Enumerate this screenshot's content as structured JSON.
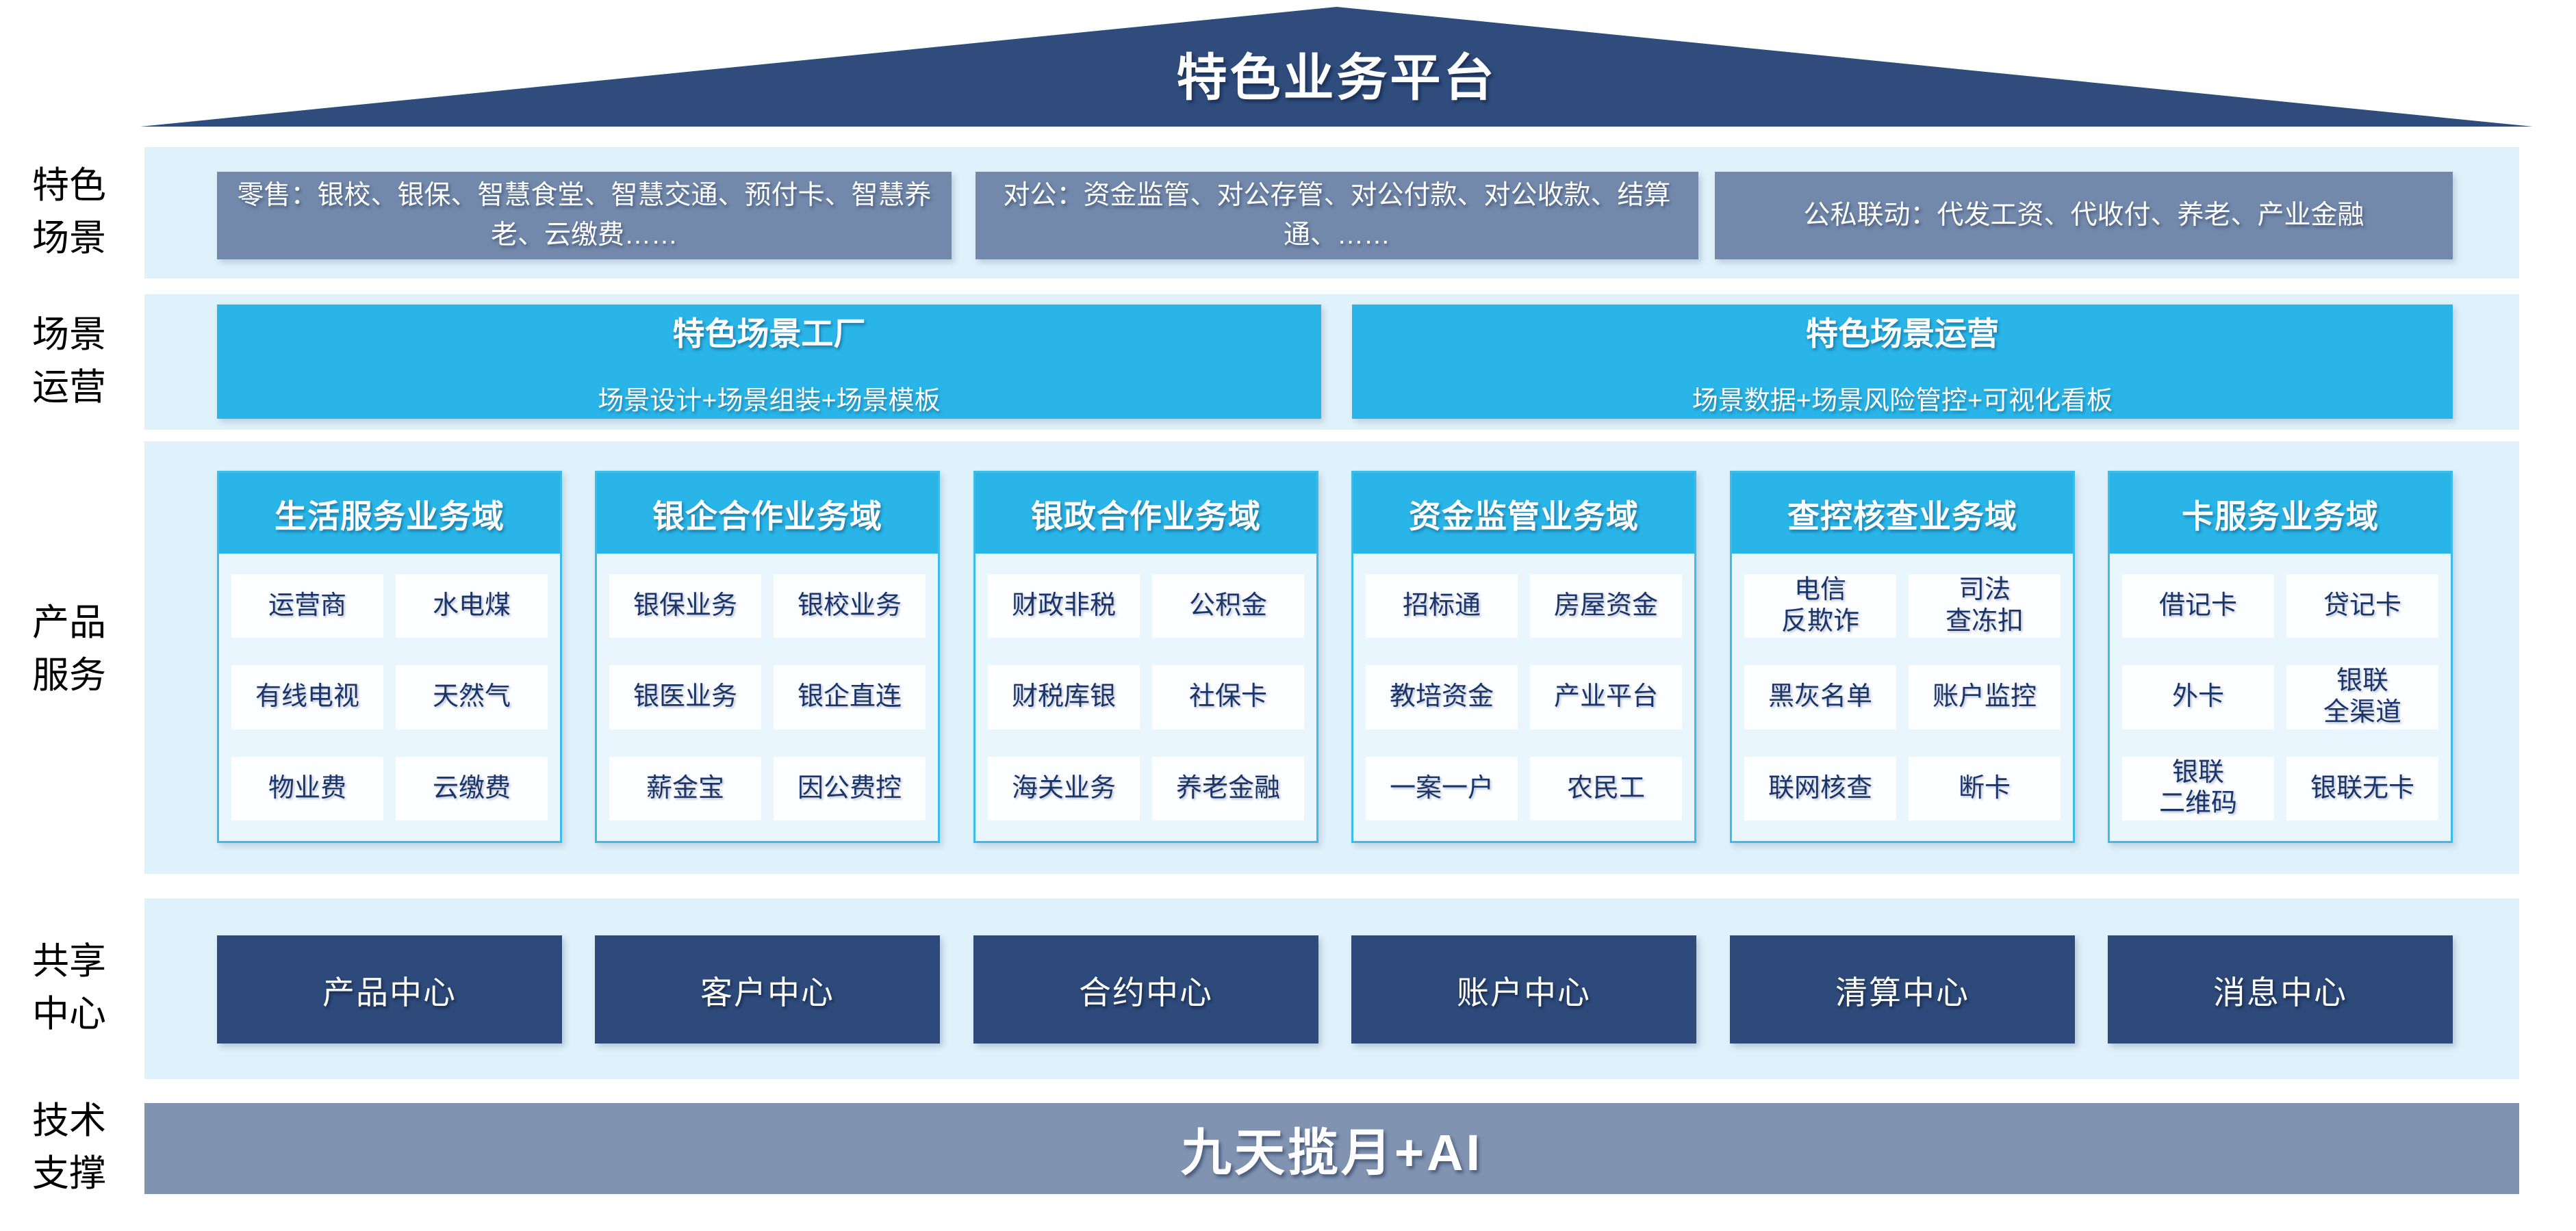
{
  "roof": {
    "title": "特色业务平台"
  },
  "side_labels": {
    "scenes": "特色\n场景",
    "operations": "场景\n运营",
    "products": "产品\n服务",
    "shared": "共享\n中心",
    "tech": "技术\n支撑"
  },
  "scenes": {
    "boxes": [
      "零售：银校、银保、智慧食堂、智慧交通、预付卡、智慧养老、云缴费……",
      "对公：资金监管、对公存管、对公付款、对公收款、结算通、……",
      "公私联动：代发工资、代收付、养老、产业金融"
    ]
  },
  "operations": {
    "boxes": [
      {
        "title": "特色场景工厂",
        "subtitle": "场景设计+场景组装+场景模板"
      },
      {
        "title": "特色场景运营",
        "subtitle": "场景数据+场景风险管控+可视化看板"
      }
    ]
  },
  "products": {
    "columns": [
      {
        "title": "生活服务业务域",
        "items": [
          "运营商",
          "水电煤",
          "有线电视",
          "天然气",
          "物业费",
          "云缴费"
        ]
      },
      {
        "title": "银企合作业务域",
        "items": [
          "银保业务",
          "银校业务",
          "银医业务",
          "银企直连",
          "薪金宝",
          "因公费控"
        ]
      },
      {
        "title": "银政合作业务域",
        "items": [
          "财政非税",
          "公积金",
          "财税库银",
          "社保卡",
          "海关业务",
          "养老金融"
        ]
      },
      {
        "title": "资金监管业务域",
        "items": [
          "招标通",
          "房屋资金",
          "教培资金",
          "产业平台",
          "一案一户",
          "农民工"
        ]
      },
      {
        "title": "查控核查业务域",
        "items": [
          "电信\n反欺诈",
          "司法\n查冻扣",
          "黑灰名单",
          "账户监控",
          "联网核查",
          "断卡"
        ]
      },
      {
        "title": "卡服务业务域",
        "items": [
          "借记卡",
          "贷记卡",
          "外卡",
          "银联\n全渠道",
          "银联\n二维码",
          "银联无卡"
        ]
      }
    ]
  },
  "shared": {
    "boxes": [
      "产品中心",
      "客户中心",
      "合约中心",
      "账户中心",
      "清算中心",
      "消息中心"
    ]
  },
  "tech": {
    "bar": "九天揽月+AI"
  },
  "colors": {
    "roof_navy": "#2F4C7C",
    "scene_gray_blue": "#7289AB",
    "accent_cyan": "#29B5E8",
    "band_light_blue": "#DFF1FA",
    "card_body_blue": "#E9F6FE",
    "item_text_navy": "#1B3569",
    "center_navy": "#2D4A7A",
    "tech_bar_gray_blue": "#8093B1"
  }
}
